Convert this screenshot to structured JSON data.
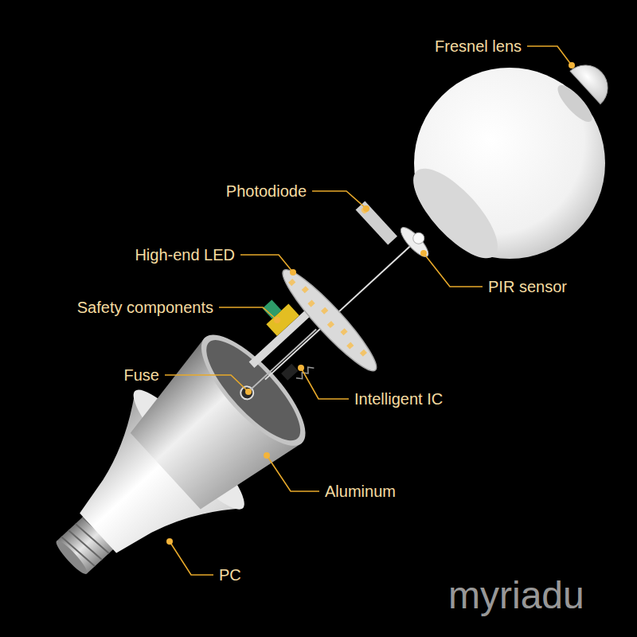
{
  "diagram": {
    "labels": [
      "Fresnel lens",
      "Photodiode",
      "High-end LED",
      "Safety components",
      "Fuse",
      "Intelligent IC",
      "PIR sensor",
      "Aluminum",
      "PC",
      "myriadu"
    ]
  }
}
